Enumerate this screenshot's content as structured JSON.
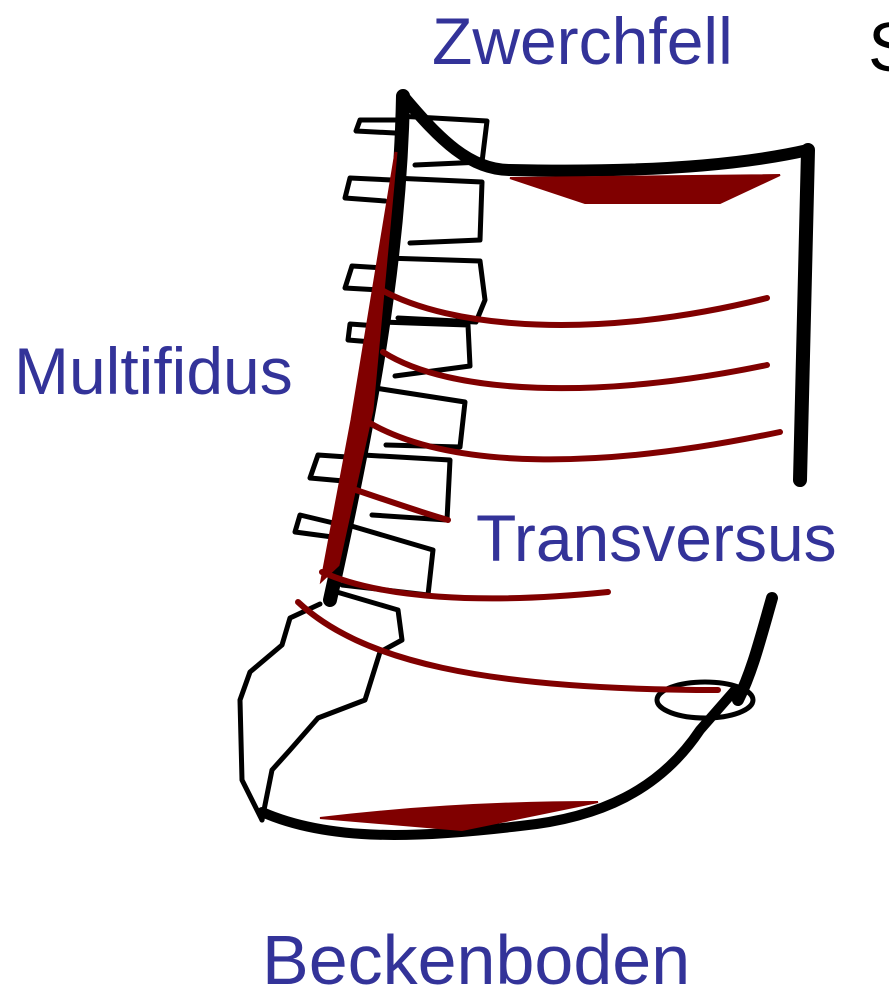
{
  "labels": {
    "zwerchfell": "Zwerchfell",
    "multifidus": "Multifidus",
    "transversus": "Transversus",
    "beckenboden": "Beckenboden",
    "cut_off_char": "S"
  },
  "colors": {
    "label_text": "#333399",
    "muscle": "#800000",
    "outline": "#000000",
    "background": "#ffffff"
  }
}
